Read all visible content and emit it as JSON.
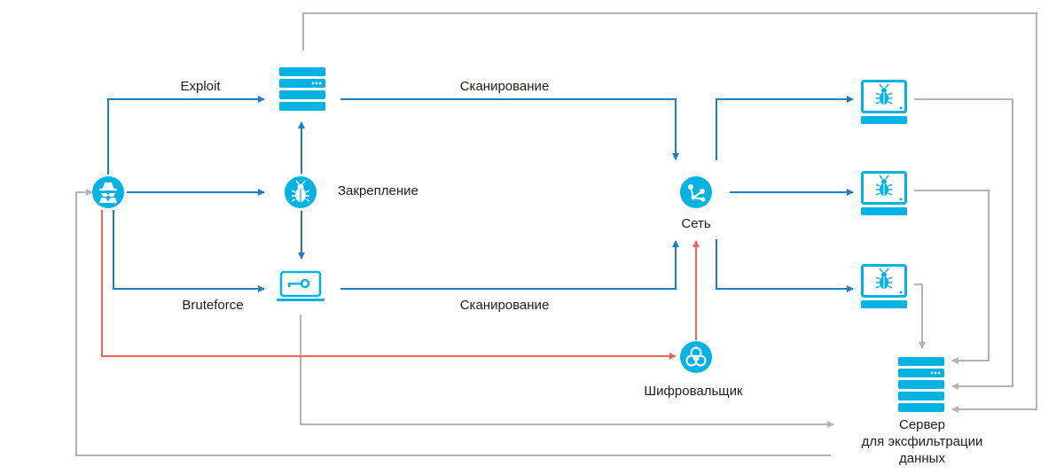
{
  "colors": {
    "icon": "#00b3e3",
    "flow": "#1a7fc1",
    "exfil": "#b3b3b3",
    "ransom": "#f0655c",
    "text": "#1d1d1b"
  },
  "nodes": {
    "attacker": {
      "label": "",
      "icon": "spy-icon"
    },
    "exploited_server": {
      "label": "",
      "icon": "server-icon"
    },
    "persistence": {
      "label": "Закрепление",
      "icon": "bug-icon"
    },
    "bruteforced_laptop": {
      "label": "",
      "icon": "laptop-key-icon"
    },
    "network": {
      "label": "Сеть",
      "icon": "network-share-icon"
    },
    "ransomware": {
      "label": "Шифровальщик",
      "icon": "biohazard-icon"
    },
    "infected_hosts": [
      {
        "icon": "infected-monitor-icon"
      },
      {
        "icon": "infected-monitor-icon"
      },
      {
        "icon": "infected-monitor-icon"
      }
    ],
    "exfil_server": {
      "label_lines": [
        "Сервер",
        "для эксфильтрации",
        "данных"
      ],
      "icon": "server-icon"
    }
  },
  "edges": {
    "exploit": "Exploit",
    "bruteforce": "Bruteforce",
    "scan_top": "Сканирование",
    "scan_bottom": "Сканирование"
  }
}
